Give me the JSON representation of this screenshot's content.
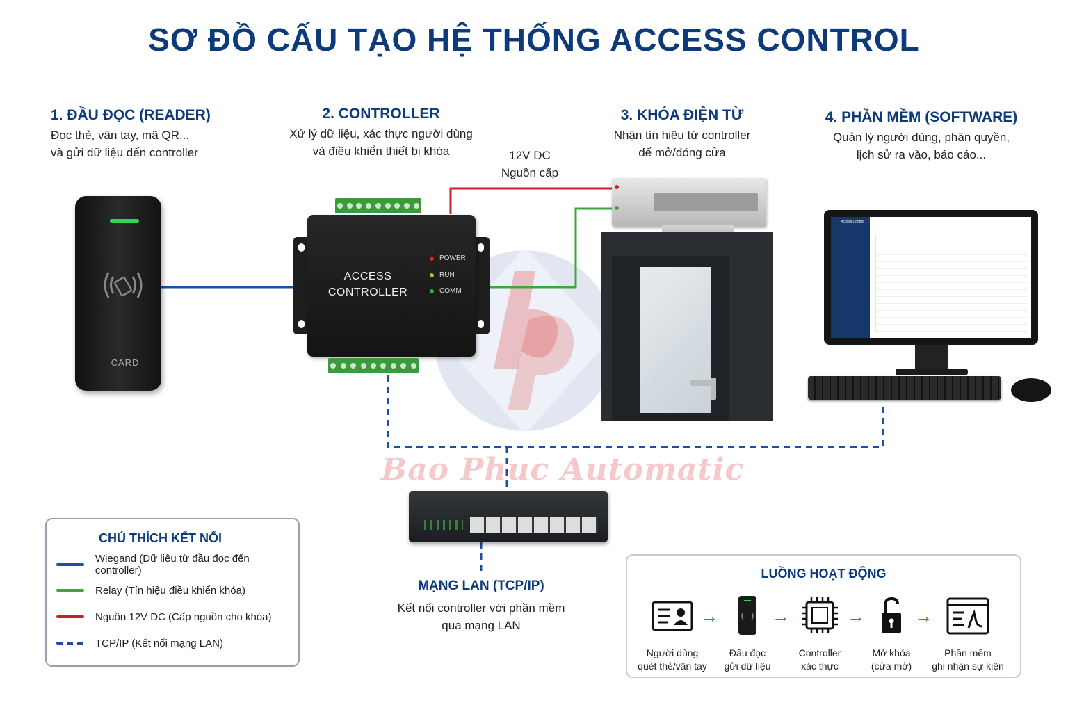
{
  "title": "SƠ ĐỒ CẤU TẠO HỆ THỐNG ACCESS CONTROL",
  "sections": {
    "reader": {
      "title": "1. ĐẦU ĐỌC (READER)",
      "desc1": "Đọc thẻ, vân tay, mã QR...",
      "desc2": "và gửi dữ liệu đến controller"
    },
    "controller": {
      "title": "2. CONTROLLER",
      "desc1": "Xử lý dữ liệu, xác thực người dùng",
      "desc2": "và điều khiển thiết bị khóa"
    },
    "lock": {
      "title": "3. KHÓA ĐIỆN TỪ",
      "desc1": "Nhận tín hiệu từ controller",
      "desc2": "để mở/đóng cửa"
    },
    "software": {
      "title": "4. PHẦN MỀM (SOFTWARE)",
      "desc1": "Quản lý người dùng, phân quyền,",
      "desc2": "lịch sử ra vào, báo cáo..."
    }
  },
  "power": {
    "line1": "12V DC",
    "line2": "Nguồn cấp"
  },
  "reader_device": {
    "label": "CARD"
  },
  "controller_device": {
    "name1": "ACCESS",
    "name2": "CONTROLLER",
    "leds": [
      {
        "label": "POWER",
        "color": "#e02020"
      },
      {
        "label": "RUN",
        "color": "#b6c22a"
      },
      {
        "label": "COMM",
        "color": "#28b83a"
      }
    ]
  },
  "monitor_app": {
    "title": "Access Control"
  },
  "network": {
    "title": "MẠNG LAN (TCP/IP)",
    "desc1": "Kết nối controller với phần mềm",
    "desc2": "qua mạng LAN"
  },
  "legend": {
    "title": "CHÚ THÍCH KẾT NỐI",
    "items": [
      {
        "label": "Wiegand (Dữ liệu từ đầu đọc đến controller)",
        "color": "#1c4fa6",
        "style": "solid"
      },
      {
        "label": "Relay (Tín hiệu điều khiển khóa)",
        "color": "#3ea53e",
        "style": "solid"
      },
      {
        "label": "Nguồn 12V DC (Cấp nguồn cho khóa)",
        "color": "#c8202a",
        "style": "solid"
      },
      {
        "label": "TCP/IP (Kết nối mạng LAN)",
        "color": "#1c4fa6",
        "style": "dashed"
      }
    ]
  },
  "flow": {
    "title": "LUỒNG HOẠT ĐỘNG",
    "steps": [
      {
        "line1": "Người dùng",
        "line2": "quét thẻ/vân tay",
        "icon": "id-card-icon"
      },
      {
        "line1": "Đầu đọc",
        "line2": "gửi dữ liệu",
        "icon": "reader-icon"
      },
      {
        "line1": "Controller",
        "line2": "xác thực",
        "icon": "chip-icon"
      },
      {
        "line1": "Mở khóa",
        "line2": "(cửa mở)",
        "icon": "unlock-icon"
      },
      {
        "line1": "Phần mềm",
        "line2": "ghi nhận sự kiện",
        "icon": "software-log-icon"
      }
    ],
    "arrow": "→"
  },
  "watermark": {
    "text": "Bao Phuc Automatic"
  },
  "colors": {
    "title": "#0d3a78",
    "wiegand": "#1c4fa6",
    "relay": "#3ea53e",
    "power": "#c8202a",
    "tcp": "#1c4fa6"
  }
}
